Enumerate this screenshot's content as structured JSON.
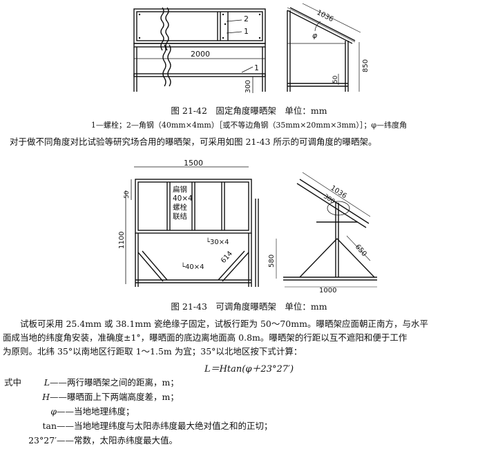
{
  "figure_42": {
    "dims": {
      "width": "2000",
      "height": "300",
      "side_len": "1036",
      "side_h": "850",
      "leg": "50"
    },
    "callouts": {
      "c1": "1",
      "c2": "2",
      "c1b": "1",
      "phi": "φ"
    },
    "caption": "图 21-42　固定角度曝晒架　单位：mm",
    "legend": "1—螺栓；2—角钢（40mm×4mm）［或不等边角钢（35mm×20mm×3mm）］；φ—纬度角"
  },
  "intro_text": "对于做不同角度对比试验等研究场合用的曝晒架，可采用如图 21-43 所示的可调角度的曝晒架。",
  "figure_43": {
    "dims": {
      "width": "1500",
      "top": "50",
      "height": "1100",
      "brace": "614",
      "angle1": "└30×4",
      "angle2": "└40×4",
      "side_len": "1036",
      "side_a": "300",
      "side_b": "650",
      "side_h": "580",
      "side_base": "1000"
    },
    "note_lines": [
      "扁钢",
      "40×4",
      "螺栓",
      "联结"
    ],
    "caption": "图 21-43　可调角度曝晒架　单位：mm"
  },
  "body_text": [
    "　　试板可采用 25.4mm 或 38.1mm 瓷绝缘子固定，试板行距为 50～70mm。曝晒架应面朝正南方，与水平",
    "面成当地的纬度角安装，准确度±1°，曝晒面的底边离地面高 0.8m。曝晒架的行距以互不遮阳和便于工作",
    "为原则。北纬 35°以南地区行距取 1～1.5m 为宜；35°以北地区按下式计算："
  ],
  "formula": "L＝Htan(φ＋23°27′)",
  "definitions": {
    "lead": "式中",
    "items": [
      {
        "sym": "L",
        "text": "——两行曝晒架之间的距离，m；"
      },
      {
        "sym": "H",
        "text": "——曝晒面上下两端高度差，m；"
      },
      {
        "sym": "φ",
        "text": "——当地地理纬度；"
      },
      {
        "sym": "tan",
        "text": "——当地地理纬度与太阳赤纬度最大绝对值之和的正切；"
      },
      {
        "sym": "23°27′",
        "text": "——常数，太阳赤纬度最大值。"
      }
    ]
  }
}
